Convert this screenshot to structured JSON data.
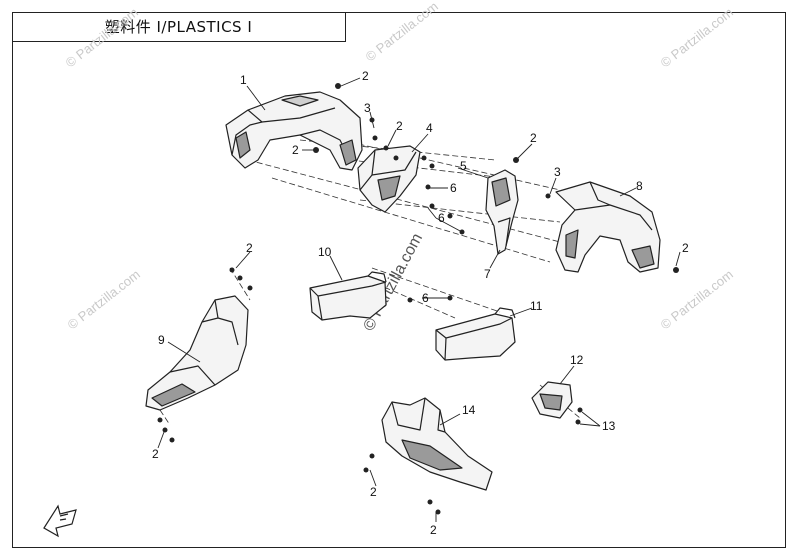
{
  "title": "塑料件 Ⅰ/PLASTICS Ⅰ",
  "watermark": "© Partzilla.com",
  "callouts": {
    "c1": "1",
    "c2a": "2",
    "c3a": "3",
    "c2b": "2",
    "c4": "4",
    "c2c": "2",
    "c5": "5",
    "c2d": "2",
    "c3b": "3",
    "c8": "8",
    "c6a": "6",
    "c6b": "6",
    "c2e": "2",
    "c7": "7",
    "c2f": "2",
    "c10": "10",
    "c6c": "6",
    "c11": "11",
    "c9": "9",
    "c12": "12",
    "c14": "14",
    "c13": "13",
    "c2g": "2",
    "c2h": "2",
    "c2i": "2"
  },
  "colors": {
    "line": "#222222",
    "part_fill": "#f4f4f4",
    "part_dark": "#9a9a9a",
    "watermark": "#c9c9c9"
  },
  "icons": {
    "front_arrow": "front-direction-arrow-icon"
  }
}
